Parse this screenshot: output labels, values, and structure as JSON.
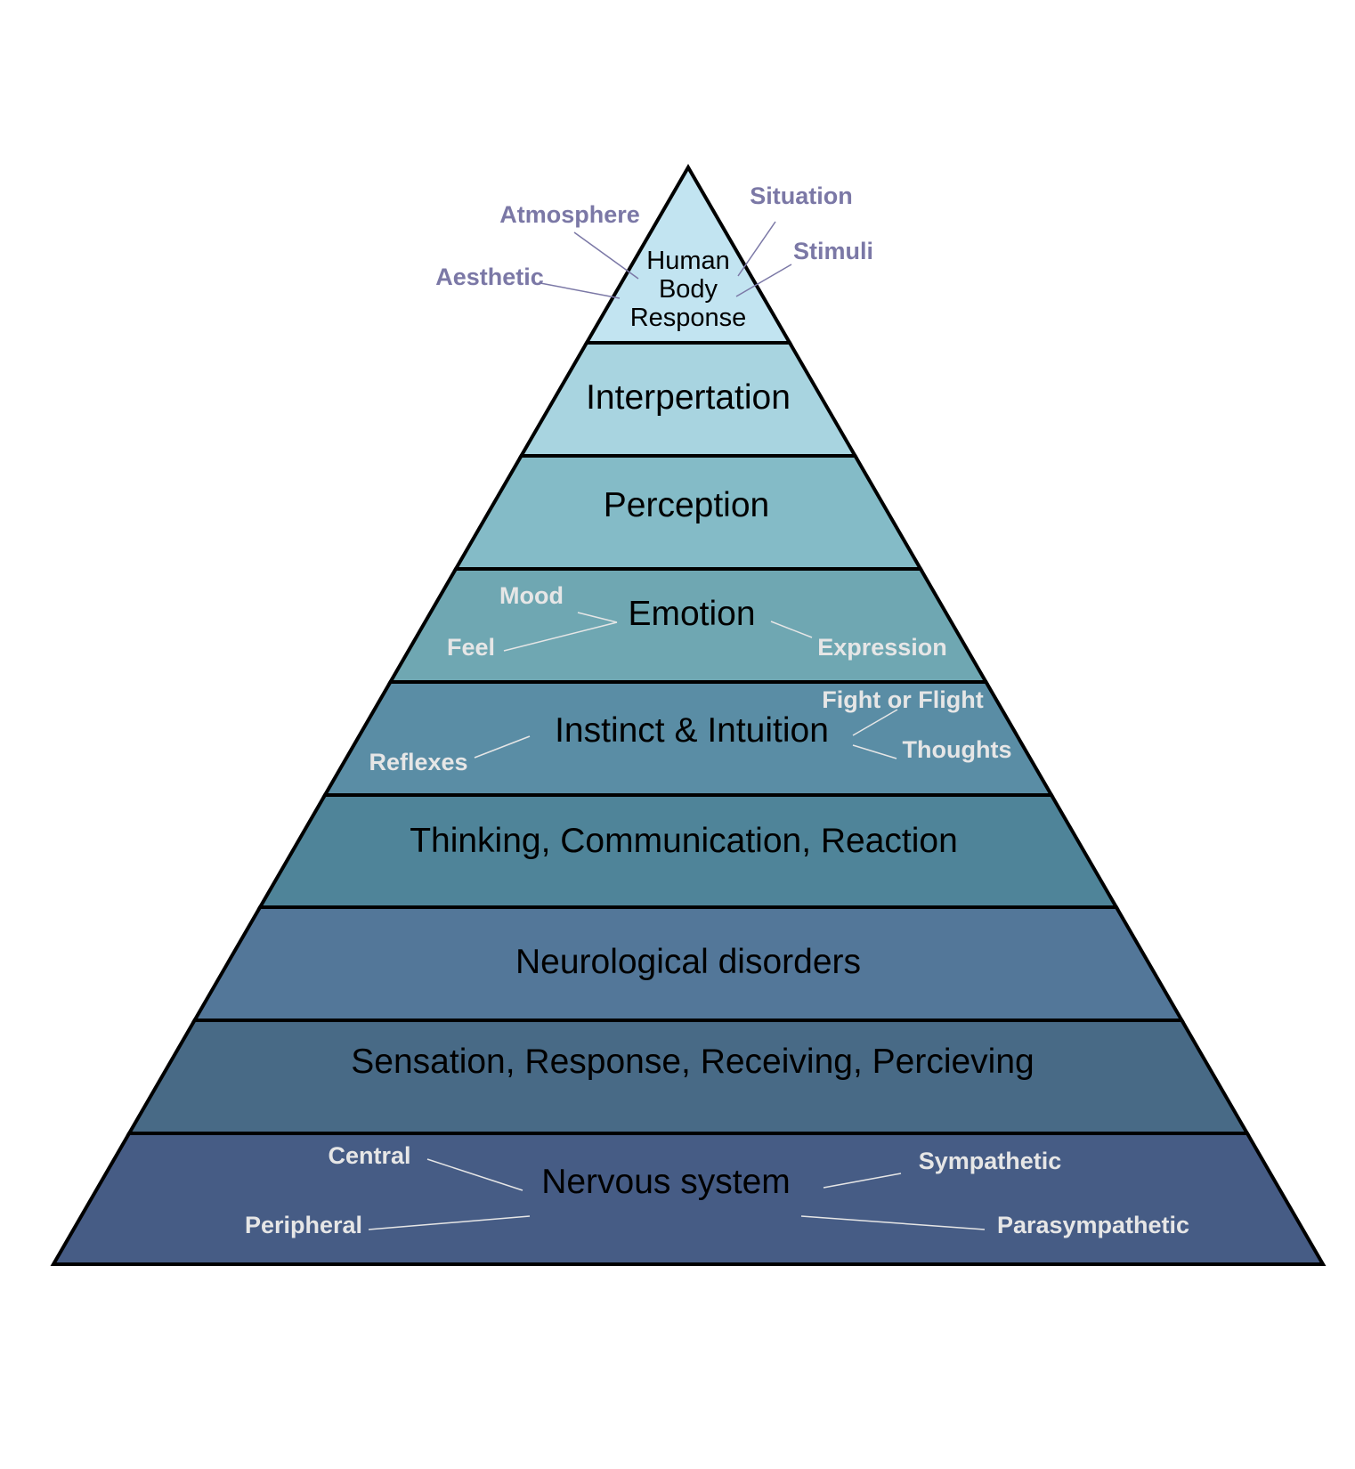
{
  "colors": {
    "outline": "#000000",
    "top_annotation": "#7b78a6",
    "inner_annotation": "#e6e6e6"
  },
  "layers": [
    {
      "id": "human-body-response",
      "label_lines": [
        "Human",
        "Body",
        "Response"
      ],
      "fill": "#c2e4f1"
    },
    {
      "id": "interpertation",
      "label": "Interpertation",
      "fill": "#a8d4e0"
    },
    {
      "id": "perception",
      "label": "Perception",
      "fill": "#84bbc7"
    },
    {
      "id": "emotion",
      "label": "Emotion",
      "fill": "#6fa7b2"
    },
    {
      "id": "instinct-intuition",
      "label": "Instinct & Intuition",
      "fill": "#5a8da5"
    },
    {
      "id": "thinking-communication-reaction",
      "label": "Thinking, Communication, Reaction",
      "fill": "#4f8499"
    },
    {
      "id": "neurological-disorders",
      "label": "Neurological disorders",
      "fill": "#537799"
    },
    {
      "id": "sensation-response",
      "label": "Sensation, Response, Receiving, Percieving",
      "fill": "#486a86"
    },
    {
      "id": "nervous-system",
      "label": "Nervous system",
      "fill": "#465c85"
    }
  ],
  "annotations": {
    "human_body_response": [
      "Atmosphere",
      "Aesthetic",
      "Situation",
      "Stimuli"
    ],
    "emotion": [
      "Mood",
      "Feel",
      "Expression"
    ],
    "instinct_intuition": [
      "Reflexes",
      "Fight or Flight",
      "Thoughts"
    ],
    "nervous_system": [
      "Central",
      "Peripheral",
      "Sympathetic",
      "Parasympathetic"
    ]
  }
}
